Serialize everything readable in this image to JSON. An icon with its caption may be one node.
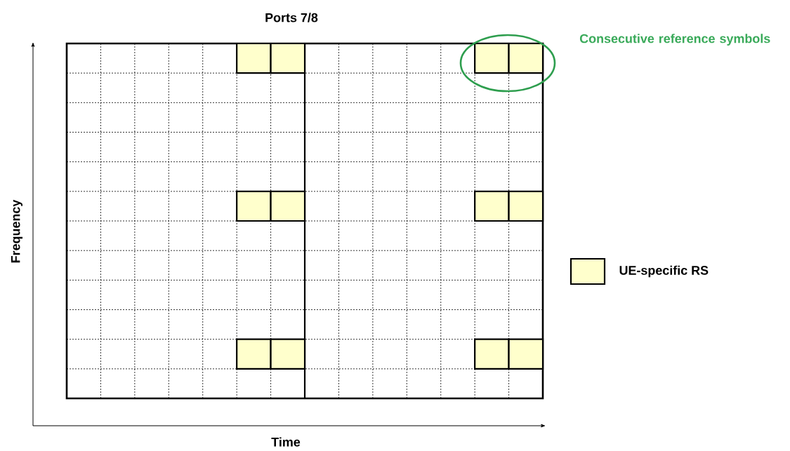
{
  "diagram": {
    "title": "Ports 7/8",
    "labels": [
      "Consecutive reference symbols",
      "Frequency",
      "Time"
    ],
    "legend": [
      {
        "text": "UE-specific RS",
        "color": "#ffffcc"
      }
    ]
  }
}
